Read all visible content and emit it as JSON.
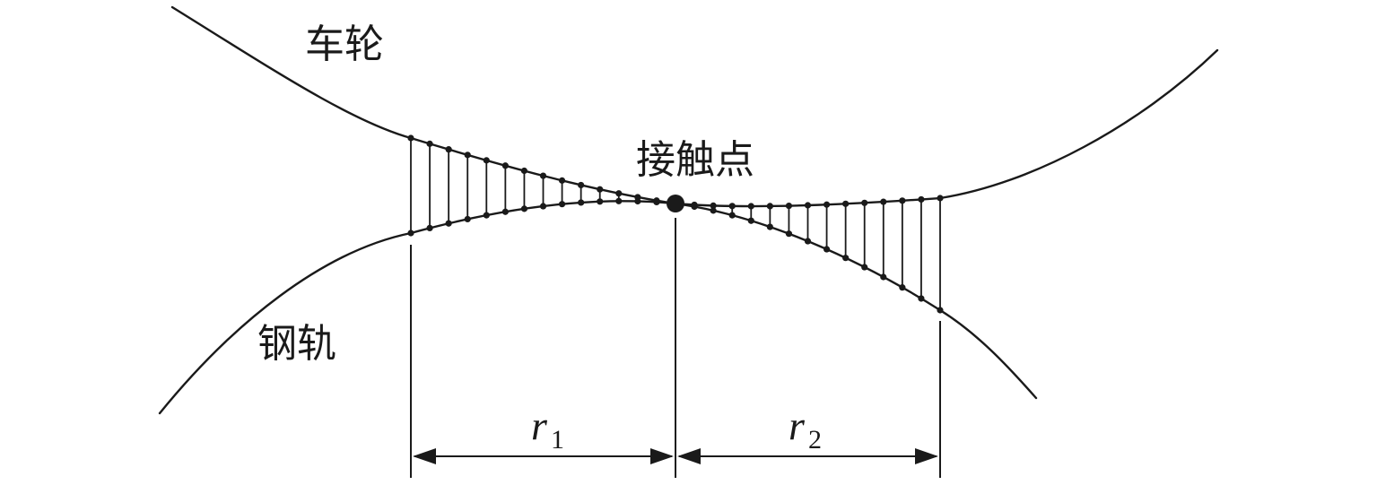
{
  "labels": {
    "wheel": "车轮",
    "rail": "钢轨",
    "contact_point": "接触点"
  },
  "dimensions": {
    "r1": {
      "symbol": "r",
      "subscript": "1"
    },
    "r2": {
      "symbol": "r",
      "subscript": "2"
    }
  }
}
